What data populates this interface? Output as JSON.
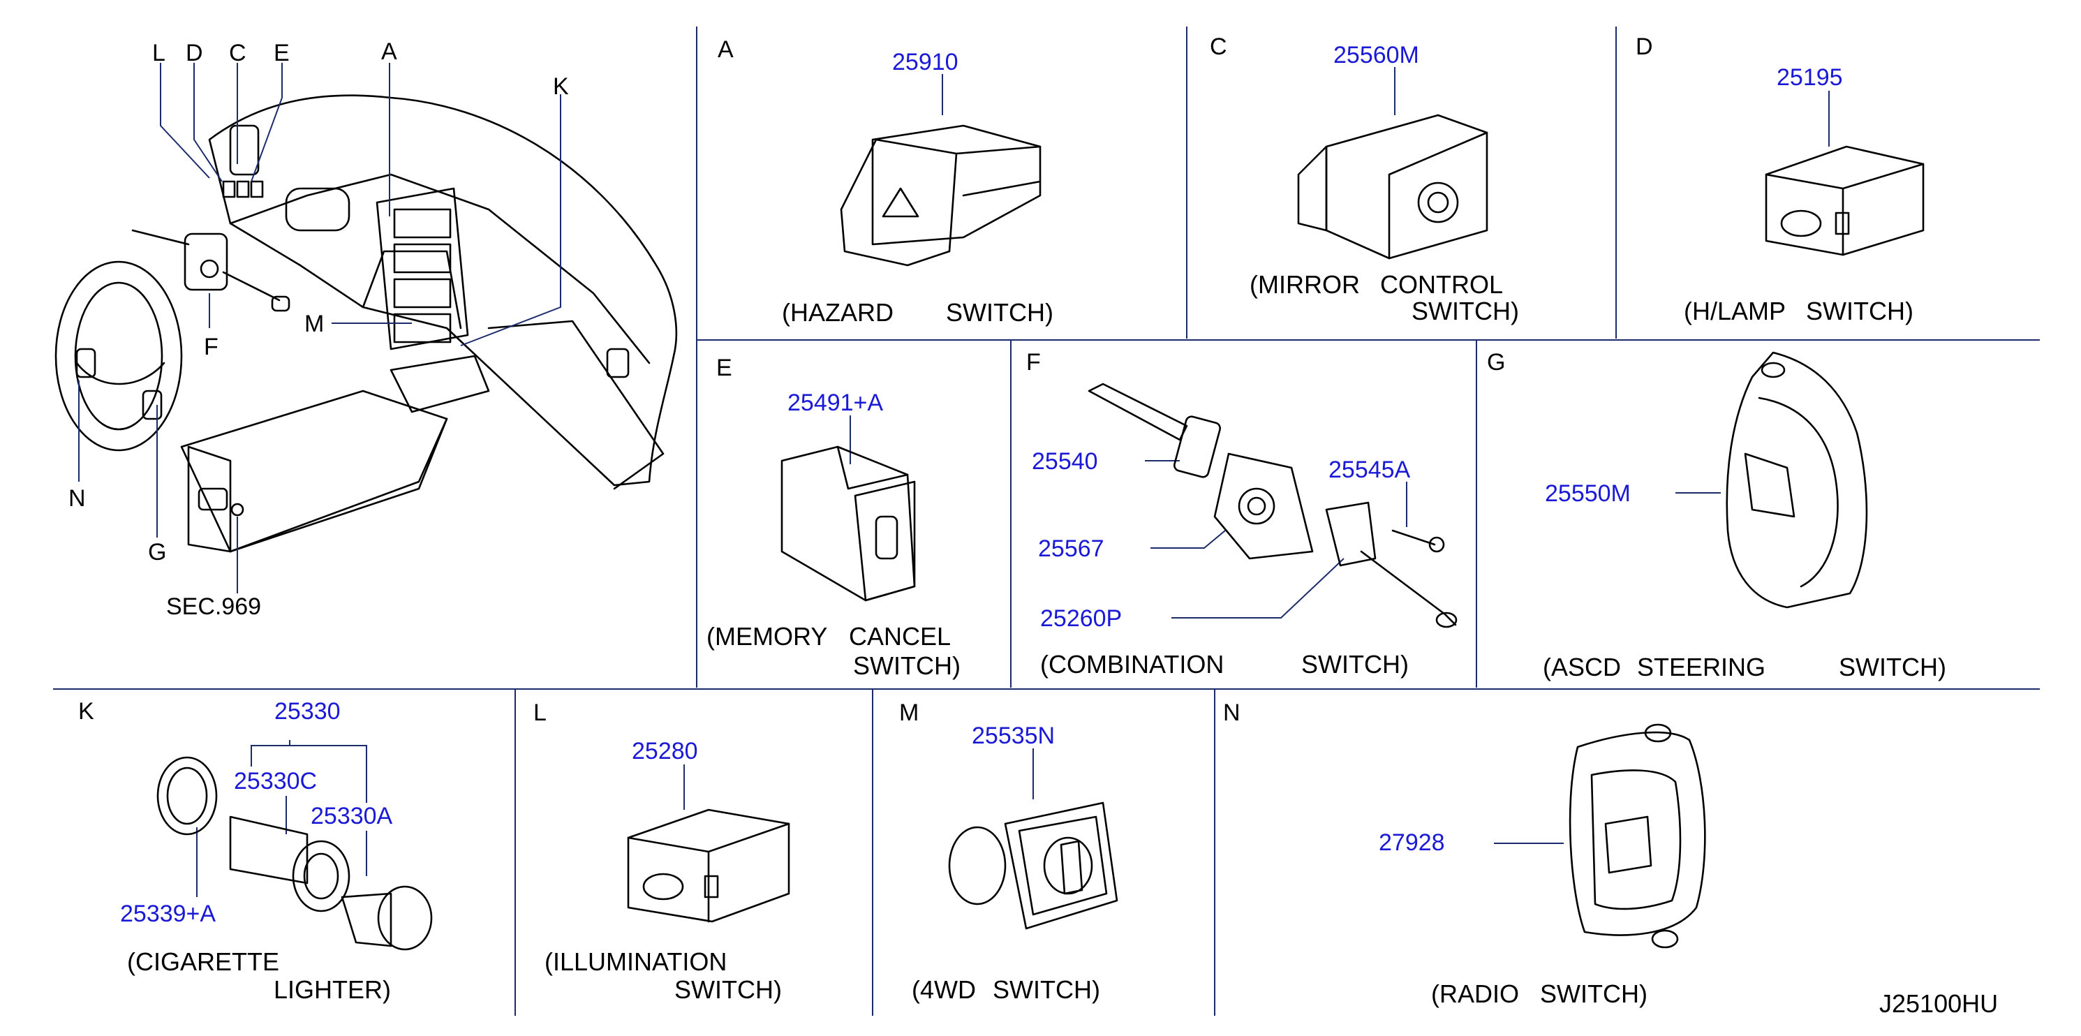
{
  "overview": {
    "callouts": {
      "L": "L",
      "D": "D",
      "C": "C",
      "E": "E",
      "A": "A",
      "K": "K",
      "M": "M",
      "F": "F",
      "N": "N",
      "G": "G"
    },
    "section_ref": "SEC.969"
  },
  "panels": {
    "A": {
      "letter": "A",
      "part": "25910",
      "caption": [
        "(HAZARD",
        "SWITCH)"
      ]
    },
    "C": {
      "letter": "C",
      "part": "25560M",
      "caption": [
        "(MIRROR",
        "CONTROL",
        "SWITCH)"
      ]
    },
    "D": {
      "letter": "D",
      "part": "25195",
      "caption": [
        "(H/LAMP",
        "SWITCH)"
      ]
    },
    "E": {
      "letter": "E",
      "part": "25491+A",
      "caption": [
        "(MEMORY",
        "CANCEL",
        "SWITCH)"
      ]
    },
    "F": {
      "letter": "F",
      "parts": [
        "25540",
        "25545A",
        "25567",
        "25260P"
      ],
      "caption": [
        "(COMBINATION",
        "SWITCH)"
      ]
    },
    "G": {
      "letter": "G",
      "part": "25550M",
      "caption": [
        "(ASCD",
        "STEERING",
        "SWITCH)"
      ]
    },
    "K": {
      "letter": "K",
      "parts": [
        "25330",
        "25330C",
        "25330A",
        "25339+A"
      ],
      "caption": [
        "(CIGARETTE",
        "LIGHTER)"
      ]
    },
    "L": {
      "letter": "L",
      "part": "25280",
      "caption": [
        "(ILLUMINATION",
        "SWITCH)"
      ]
    },
    "M": {
      "letter": "M",
      "part": "25535N",
      "caption": [
        "(4WD",
        "SWITCH)"
      ]
    },
    "N": {
      "letter": "N",
      "part": "27928",
      "caption": [
        "(RADIO",
        "SWITCH)"
      ]
    }
  },
  "drawing_id": "J25100HU",
  "colors": {
    "part_number": "#1a1ad6",
    "grid_line": "#1c2b6b",
    "text": "#000000",
    "background": "#ffffff"
  }
}
